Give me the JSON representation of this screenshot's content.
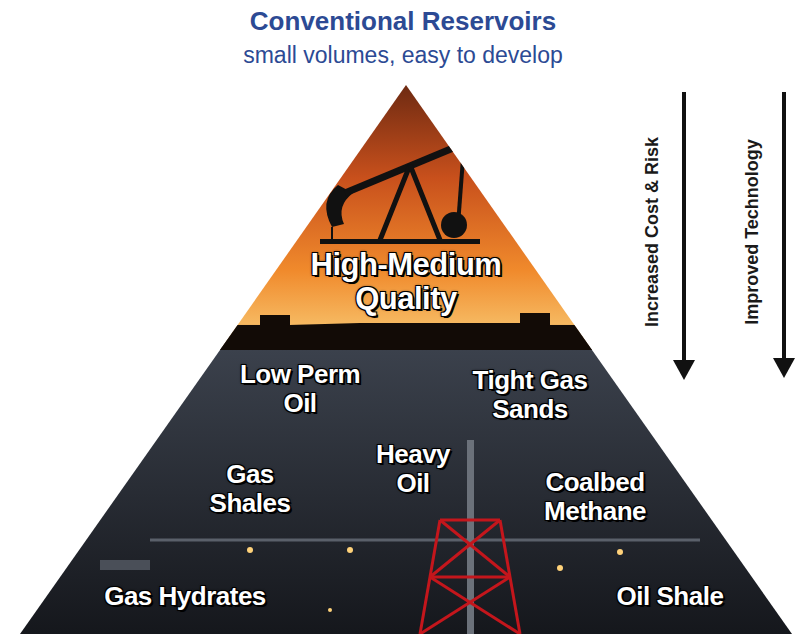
{
  "diagram": {
    "title": "Conventional Reservoirs",
    "nodes": [
      {
        "text": [
          "High-Medium Quality"
        ]
      },
      {
        "text": [
          "Low Perm Oil",
          "Tight Gas Sands",
          "Heavy Oil",
          "Gas Shales",
          "Coalbed Methane",
          "Gas Hydrates",
          "Oil Shale"
        ]
      }
    ],
    "labels": [
      "small volumes, easy to develop",
      "Increased Cost & Risk",
      "Improved Technology"
    ]
  }
}
